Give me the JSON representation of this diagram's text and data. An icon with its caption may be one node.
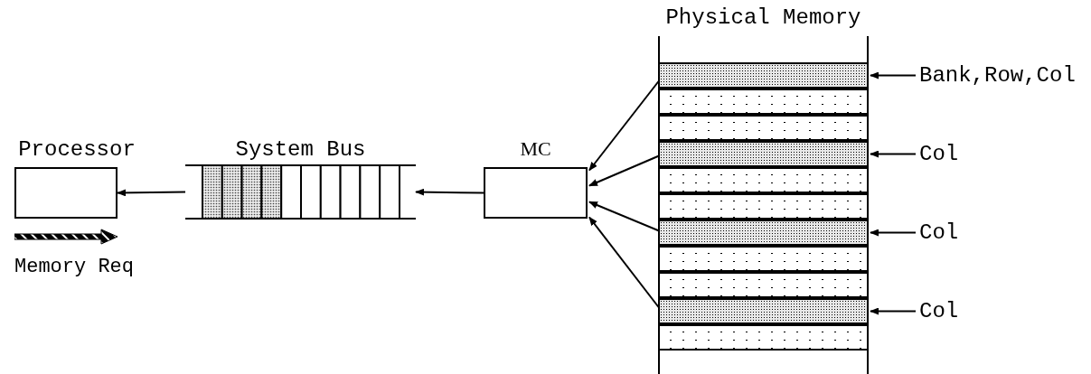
{
  "diagram": {
    "nodes": [
      {
        "text": [
          "Processor"
        ]
      },
      {
        "text": [
          "System Bus"
        ]
      },
      {
        "text": [
          "MC"
        ]
      },
      {
        "text": [
          "Physical Memory"
        ]
      },
      {
        "text": [],
        "shape": "bar",
        "in": 3
      },
      {
        "text": [],
        "shape": "bar",
        "in": 3
      },
      {
        "text": [],
        "shape": "bar",
        "in": 3
      },
      {
        "text": [],
        "shape": "bar",
        "in": 3
      },
      {
        "text": [
          "Bank,Row,Col"
        ]
      },
      {
        "text": [
          "Col"
        ]
      },
      {
        "text": [
          "Col"
        ]
      },
      {
        "text": [
          "Col"
        ]
      }
    ],
    "edges": [
      {
        "from": 1,
        "to": 0,
        "arrow": "to"
      },
      {
        "from": 2,
        "to": 1,
        "arrow": "to"
      },
      {
        "from": 4,
        "to": 2,
        "arrow": "to"
      },
      {
        "from": 5,
        "to": 2,
        "arrow": "to"
      },
      {
        "from": 6,
        "to": 2,
        "arrow": "to"
      },
      {
        "from": 7,
        "to": 2,
        "arrow": "to"
      },
      {
        "from": 8,
        "to": 4,
        "arrow": "to"
      },
      {
        "from": 9,
        "to": 5,
        "arrow": "to"
      },
      {
        "from": 10,
        "to": 6,
        "arrow": "to"
      },
      {
        "from": 11,
        "to": 7,
        "arrow": "to"
      }
    ],
    "legend": [
      {
        "text": "Memory Req"
      }
    ]
  }
}
